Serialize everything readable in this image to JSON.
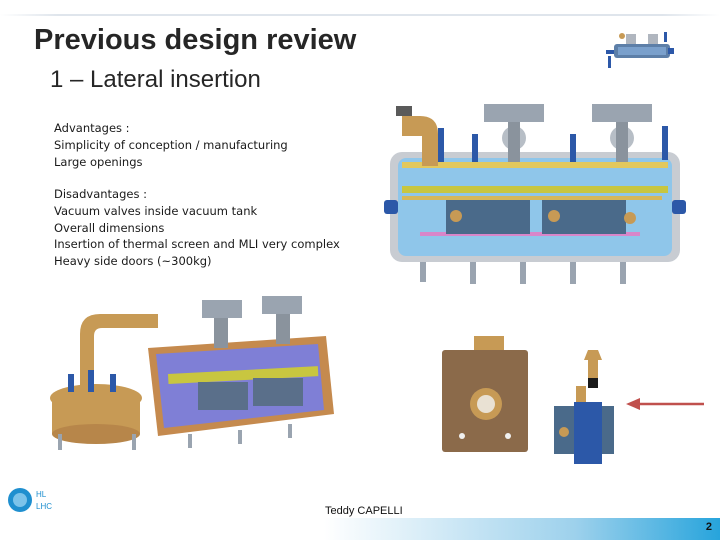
{
  "slide": {
    "title": "Previous design review",
    "subtitle": "1 – Lateral insertion",
    "advantages": [
      "Advantages :",
      "Simplicity of conception / manufacturing",
      "Large openings"
    ],
    "disadvantages": [
      "Disadvantages :",
      "Vacuum valves inside vacuum tank",
      "Overall dimensions",
      "Insertion of thermal screen and MLI very complex",
      "Heavy side doors (~300kg)"
    ],
    "author": "Teddy CAPELLI",
    "page_number": "2"
  },
  "logo": {
    "lines": [
      "HL",
      "LHC"
    ]
  },
  "colors": {
    "title": "#262626",
    "tank_blue": "#8fc6ea",
    "flange_gray": "#9aa4b0",
    "brass": "#c79a55",
    "arrow_red": "#c0504d",
    "footer_blue": "#27a4dc"
  }
}
